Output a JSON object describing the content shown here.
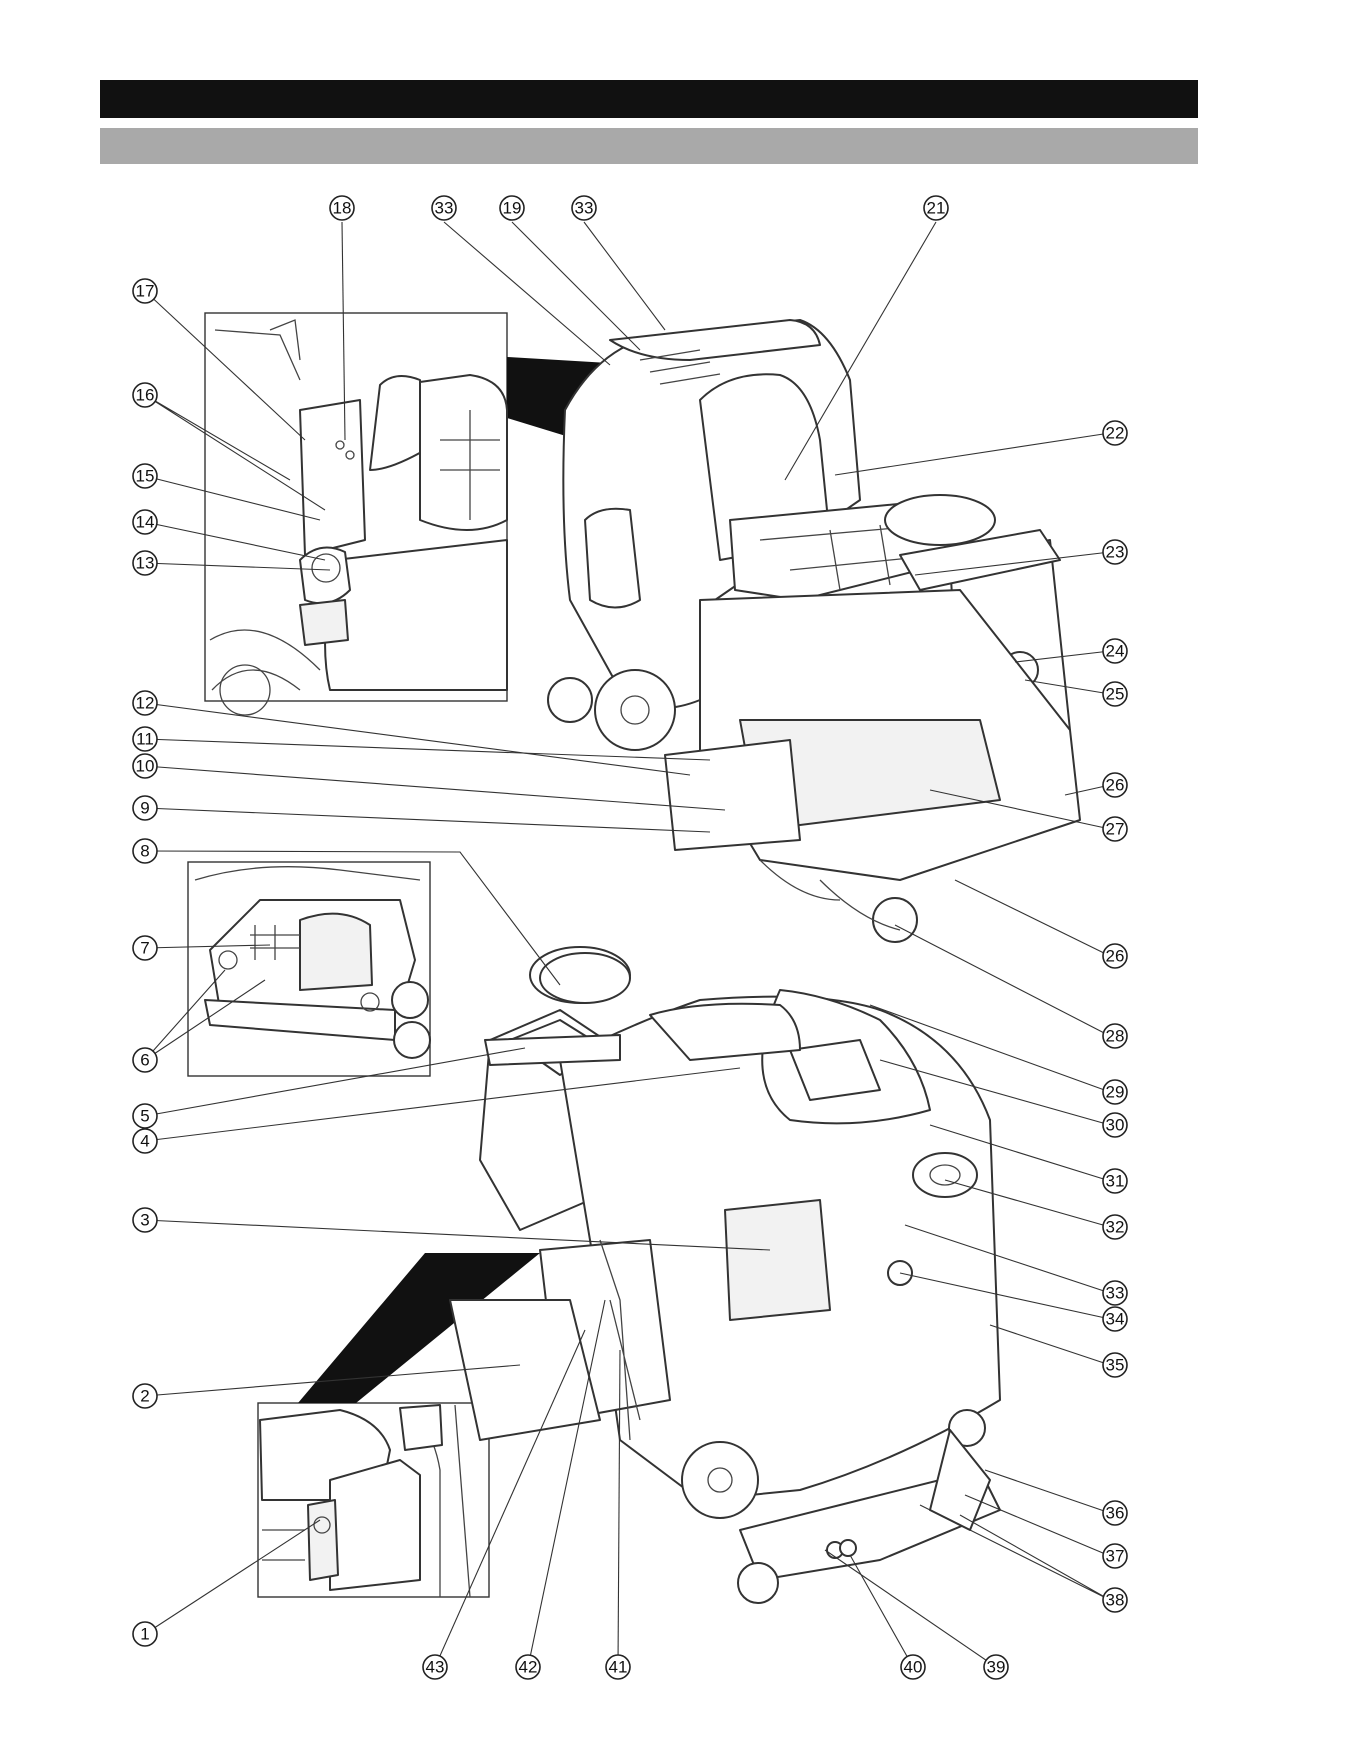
{
  "colors": {
    "header_bar": "#111111",
    "subheader_bar": "#a9a9a9",
    "line": "#333333"
  },
  "callouts": [
    "1",
    "2",
    "3",
    "4",
    "5",
    "6",
    "7",
    "8",
    "9",
    "10",
    "11",
    "12",
    "13",
    "14",
    "15",
    "16",
    "17",
    "18",
    "19",
    "21",
    "22",
    "23",
    "24",
    "25",
    "26",
    "27",
    "28",
    "29",
    "30",
    "31",
    "32",
    "33",
    "34",
    "35",
    "36",
    "37",
    "38",
    "39",
    "40",
    "41",
    "42",
    "43"
  ]
}
